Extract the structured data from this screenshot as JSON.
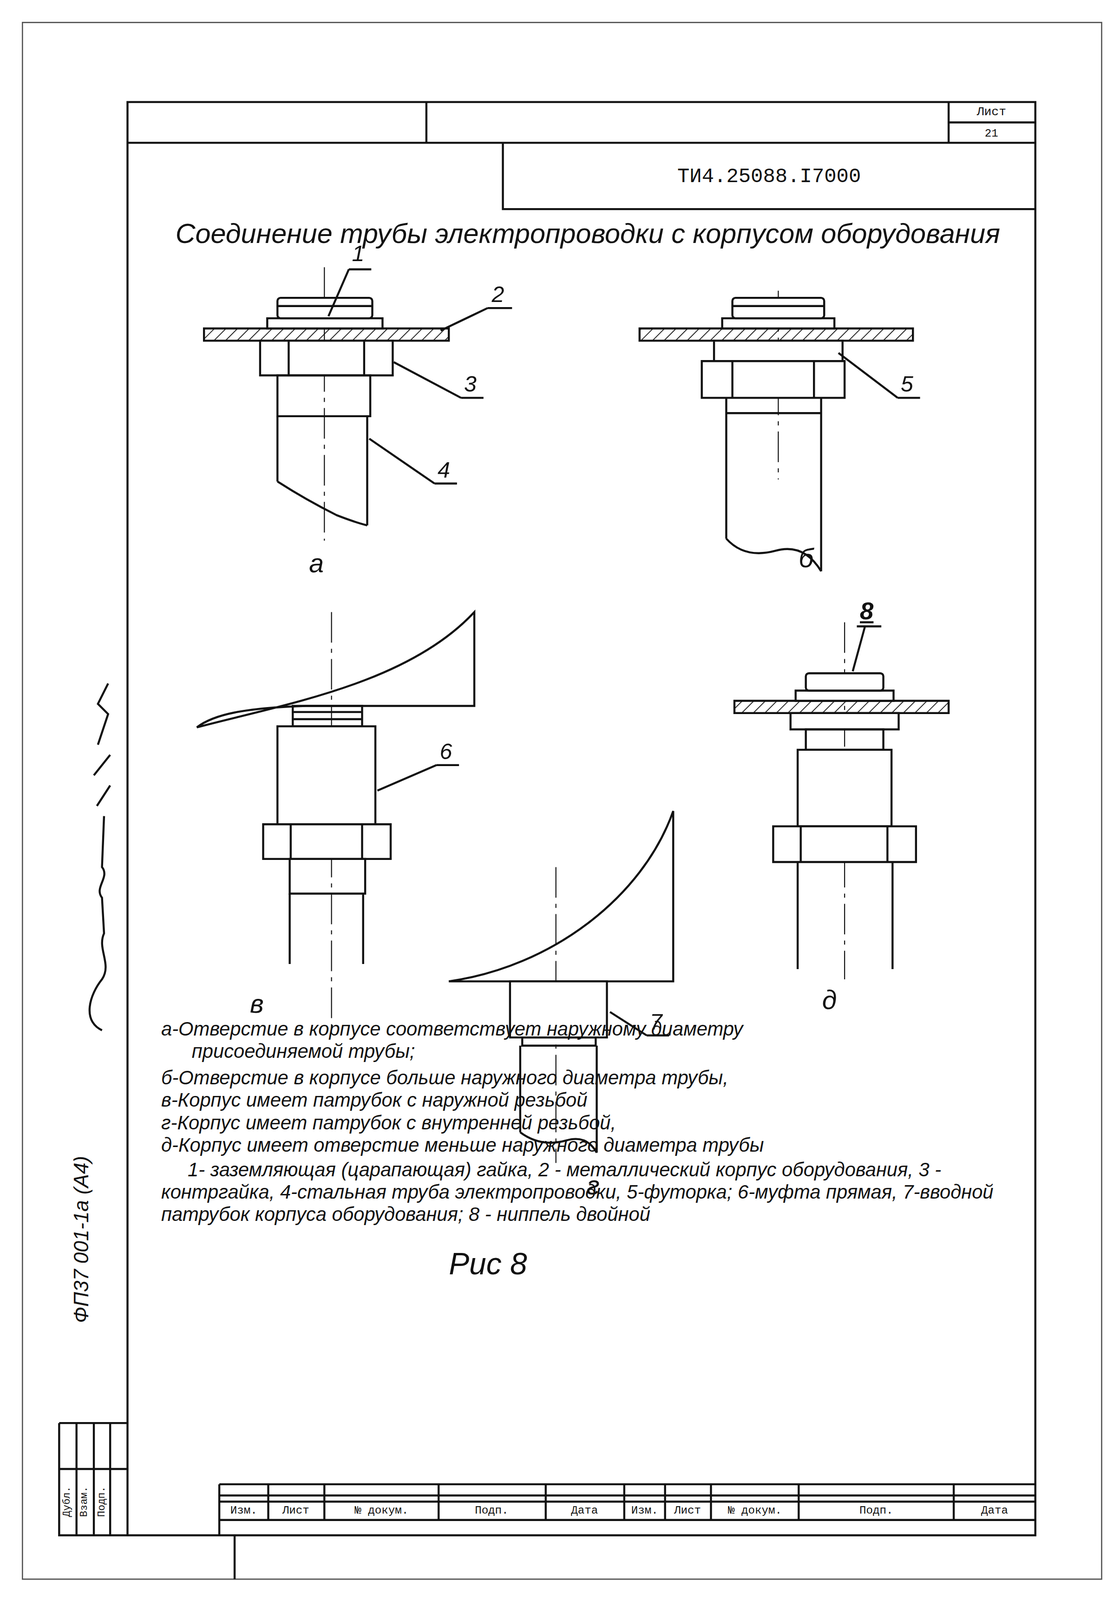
{
  "diagram": {
    "title": "Соединение трубы электропроводки с корпусом оборудования",
    "caption": "Рис 8",
    "labels": [
      "Лист",
      "21",
      "ТИ4.25088.I7000",
      "1",
      "2",
      "3",
      "4",
      "5",
      "а",
      "б",
      "6",
      "в",
      "7",
      "г",
      "д",
      "8",
      "а-Отверстие в корпусе соответствует наружному диаметру присоединяемой трубы;",
      "б-Отверстие в корпусе больше наружного диаметра трубы,",
      "в-Корпус имеет патрубок с наружной резьбой",
      "г-Корпус имеет патрубок с внутренней резьбой,",
      "д-Корпус имеет отверстие меньше наружного диаметра трубы",
      "1- заземляющая (царапающая) гайка, 2 - металлический корпус оборудования, 3 - контргайка, 4-стальная труба электропроводки, 5-футорка; 6-муфта прямая, 7-вводной патрубок корпуса оборудования; 8 - ниппель двойной",
      "ФП37 001-1а (А4)",
      "Дубл.",
      "Взам.",
      "Подп.",
      "Изм.",
      "Лист",
      "№ докум.",
      "Подп.",
      "Дата",
      "Изм.",
      "Лист",
      "№ докум.",
      "Подп.",
      "Дата"
    ]
  }
}
